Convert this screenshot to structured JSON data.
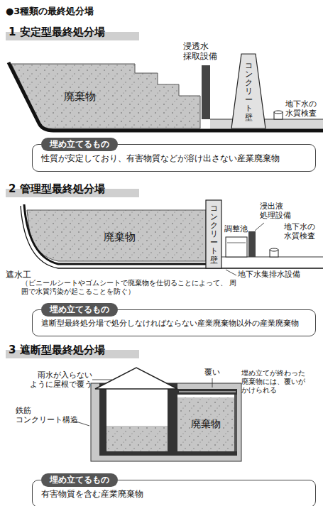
{
  "diagram": {
    "title": "●3種類の最終処分場",
    "nodes": [
      {
        "text": [
          "廃棄物"
        ]
      },
      {
        "text": [
          "コンクリート壁"
        ]
      },
      {
        "text": [
          "埋め立てるもの",
          "性質が安定しており、有害物質などが溶け出さない産業廃棄物"
        ]
      },
      {
        "text": [
          "廃棄物"
        ]
      },
      {
        "text": [
          "コンクリート壁"
        ]
      },
      {
        "text": [
          "埋め立てるもの",
          "遮断型最終処分場で処分しなければならない産業廃棄物以外の産業廃棄物"
        ]
      },
      {
        "text": [
          "廃棄物"
        ]
      },
      {
        "text": [
          "埋め立てるもの",
          "有害物質を含む産業廃棄物"
        ]
      }
    ],
    "labels": [
      "1 安定型最終処分場",
      "浸透水 採取設備",
      "地下水の 水質検査",
      "2 管理型最終処分場",
      "浸出液 処理設備",
      "調整池",
      "地下水の 水質検査",
      "遮水工",
      "（ビニールシートやゴムシートで廃棄物を仕切ることによって、 周囲で水質汚染が起こることを防ぐ）",
      "地下水集排水設備",
      "3 遮断型最終処分場",
      "雨水が入らない ように屋根で覆う",
      "覆い",
      "埋め立てが終わった 廃棄物には、覆いが かけられる",
      "鉄筋 コンクリート構造"
    ]
  }
}
